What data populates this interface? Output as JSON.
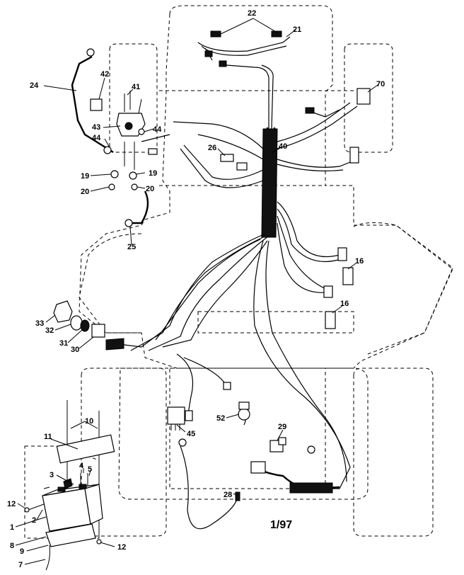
{
  "diagram": {
    "date_stamp": "1/97",
    "callouts": [
      {
        "id": "c22",
        "label": "22"
      },
      {
        "id": "c21",
        "label": "21"
      },
      {
        "id": "c24",
        "label": "24"
      },
      {
        "id": "c42",
        "label": "42"
      },
      {
        "id": "c41",
        "label": "41"
      },
      {
        "id": "c70",
        "label": "70"
      },
      {
        "id": "c43",
        "label": "43"
      },
      {
        "id": "c44a",
        "label": "44"
      },
      {
        "id": "c44b",
        "label": "44"
      },
      {
        "id": "c26",
        "label": "26"
      },
      {
        "id": "c40",
        "label": "40"
      },
      {
        "id": "c19a",
        "label": "19"
      },
      {
        "id": "c19b",
        "label": "19"
      },
      {
        "id": "c20a",
        "label": "20"
      },
      {
        "id": "c20b",
        "label": "20"
      },
      {
        "id": "c25",
        "label": "25"
      },
      {
        "id": "c16a",
        "label": "16"
      },
      {
        "id": "c16b",
        "label": "16"
      },
      {
        "id": "c33",
        "label": "33"
      },
      {
        "id": "c32",
        "label": "32"
      },
      {
        "id": "c31",
        "label": "31"
      },
      {
        "id": "c30",
        "label": "30"
      },
      {
        "id": "c10",
        "label": "10"
      },
      {
        "id": "c11",
        "label": "11"
      },
      {
        "id": "c52",
        "label": "52"
      },
      {
        "id": "c45",
        "label": "45"
      },
      {
        "id": "c29",
        "label": "29"
      },
      {
        "id": "c3",
        "label": "3"
      },
      {
        "id": "c4",
        "label": "4"
      },
      {
        "id": "c5",
        "label": "5"
      },
      {
        "id": "c2",
        "label": "2"
      },
      {
        "id": "c12a",
        "label": "12"
      },
      {
        "id": "c12b",
        "label": "12"
      },
      {
        "id": "c1",
        "label": "1"
      },
      {
        "id": "c8",
        "label": "8"
      },
      {
        "id": "c9",
        "label": "9"
      },
      {
        "id": "c7",
        "label": "7"
      },
      {
        "id": "c28",
        "label": "28"
      }
    ]
  }
}
